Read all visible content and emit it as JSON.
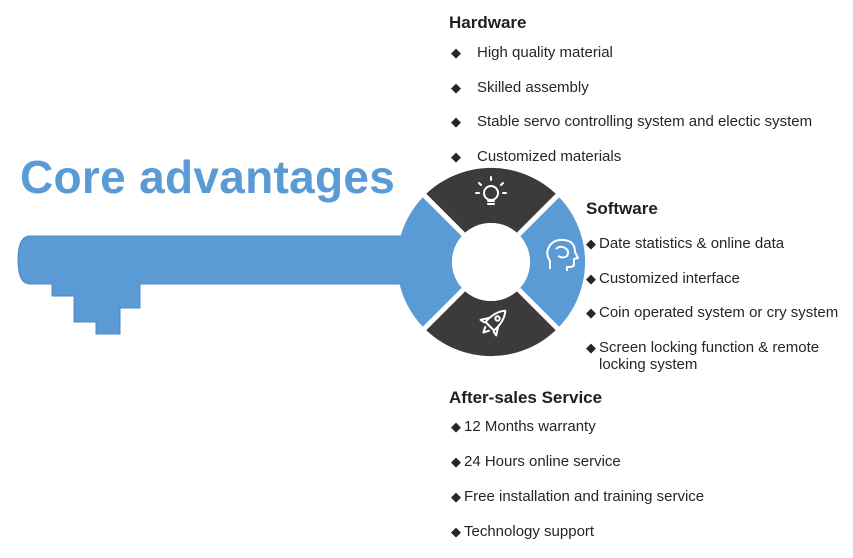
{
  "headline": "Core advantages",
  "colors": {
    "key_blue": "#5b9bd5",
    "dark_segment": "#3b3b3b",
    "text": "#222222"
  },
  "segments": {
    "hardware_icon": "lightbulb-icon",
    "software_icon": "brain-head-icon",
    "service_icon": "rocket-icon"
  },
  "hardware": {
    "title": "Hardware",
    "items": [
      "High quality material",
      "Skilled assembly",
      "Stable servo controlling system and electic system",
      "Customized materials"
    ]
  },
  "software": {
    "title": "Software",
    "items": [
      "Date statistics & online data",
      "Customized interface",
      "Coin operated system or cry system",
      "Screen locking function & remote locking system"
    ]
  },
  "service": {
    "title": "After-sales Service",
    "items": [
      "12 Months warranty",
      "24 Hours online service",
      "Free installation and training service",
      "Technology support"
    ]
  },
  "bullet": "◆"
}
